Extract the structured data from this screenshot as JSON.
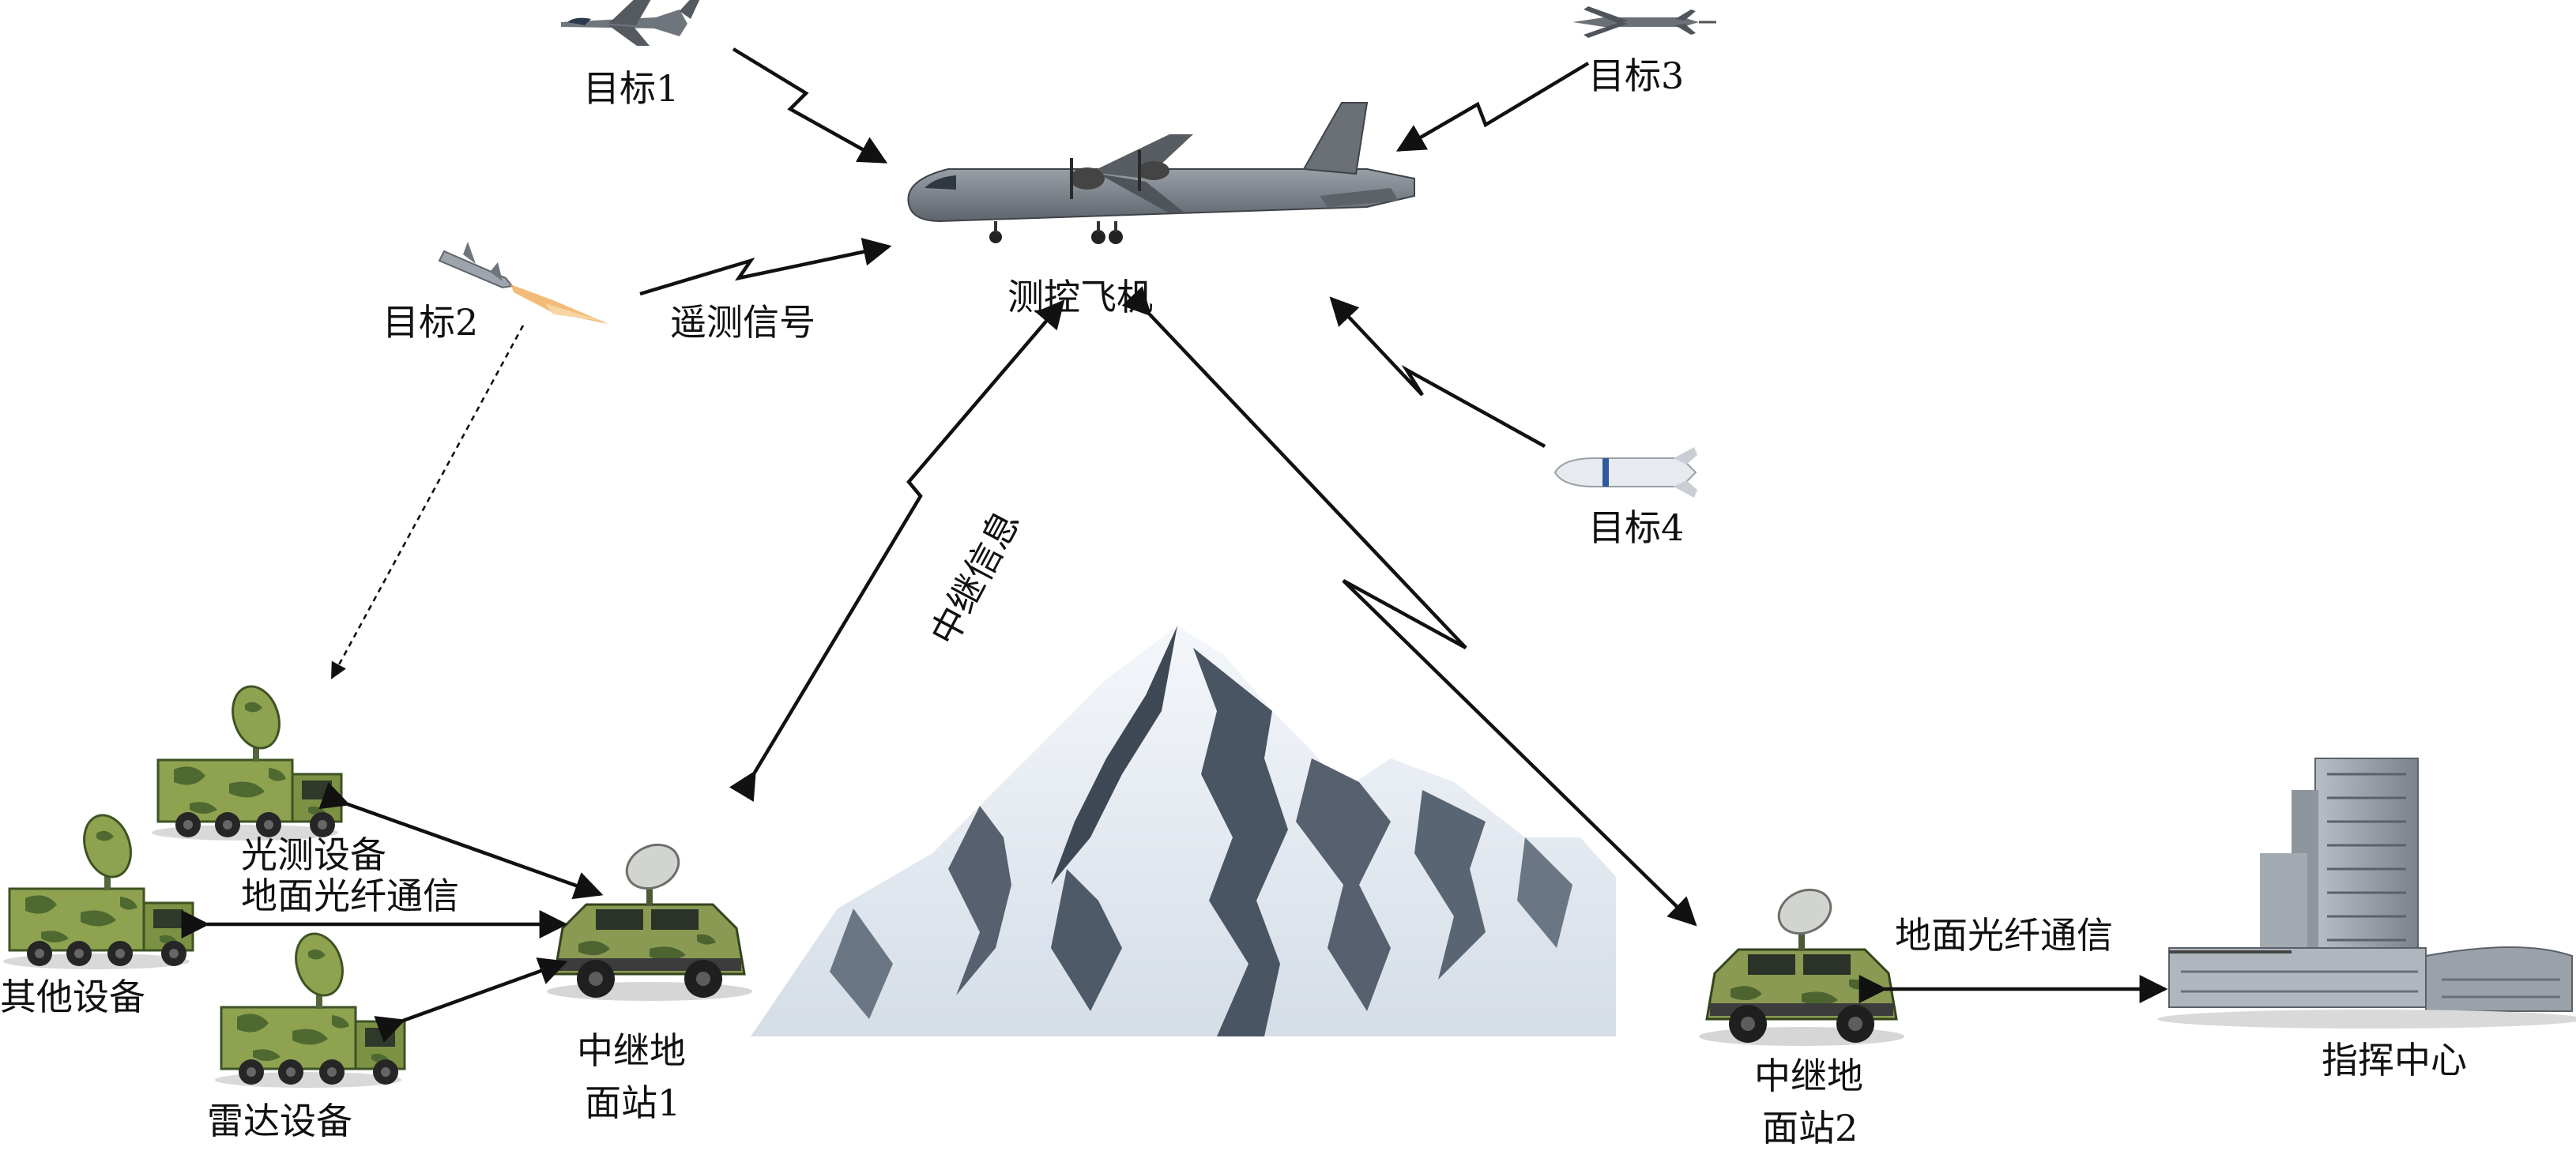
{
  "labels": {
    "target1": "目标1",
    "target2": "目标2",
    "target3": "目标3",
    "target4": "目标4",
    "telemetry_signal": "遥测信号",
    "tt_aircraft": "测控飞机",
    "relay_info": "中继信息",
    "optical_equipment": "光测设备",
    "ground_fiber_left": "地面光纤通信",
    "other_equipment": "其他设备",
    "radar_equipment": "雷达设备",
    "relay_station1_line1": "中继地",
    "relay_station1_line2": "面站1",
    "relay_station2_line1": "中继地",
    "relay_station2_line2": "面站2",
    "ground_fiber_right": "地面光纤通信",
    "command_center": "指挥中心"
  },
  "colors": {
    "line": "#111111",
    "aircraft_body": "#7b8087",
    "camo_light": "#9fb15a",
    "camo_dark": "#4f6a30",
    "mountain_snow": "#e9eef4",
    "mountain_rock": "#4a5563",
    "building": "#9aa0a8"
  }
}
